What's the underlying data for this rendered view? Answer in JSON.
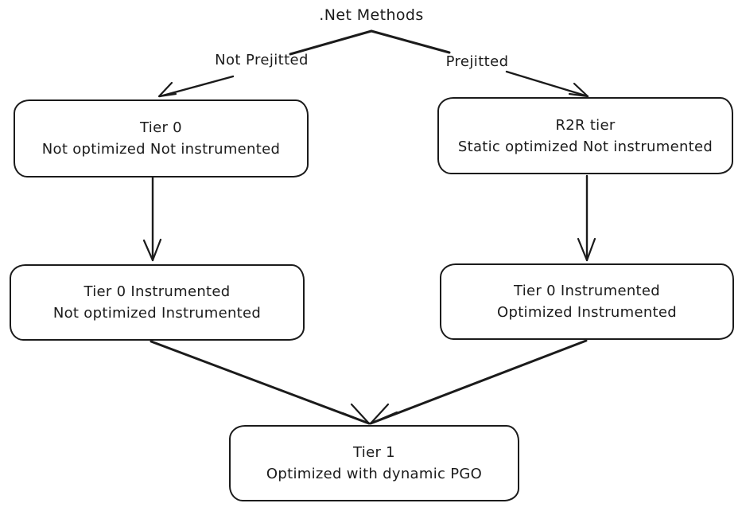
{
  "diagram": {
    "title": ".Net Methods",
    "branch_labels": {
      "left": "Not Prejitted",
      "right": "Prejitted"
    },
    "nodes": {
      "tier0": {
        "title": "Tier 0",
        "subtitle": "Not optimized Not instrumented"
      },
      "r2r": {
        "title": "R2R tier",
        "subtitle": "Static optimized Not instrumented"
      },
      "tier0_instrumented": {
        "title": "Tier 0 Instrumented",
        "subtitle": "Not optimized Instrumented"
      },
      "tier0_instrumented_optimized": {
        "title": "Tier 0 Instrumented",
        "subtitle": "Optimized Instrumented"
      },
      "tier1": {
        "title": "Tier 1",
        "subtitle": "Optimized with dynamic PGO"
      }
    },
    "colors": {
      "ink": "#1b1b1b",
      "background": "#ffffff"
    }
  }
}
